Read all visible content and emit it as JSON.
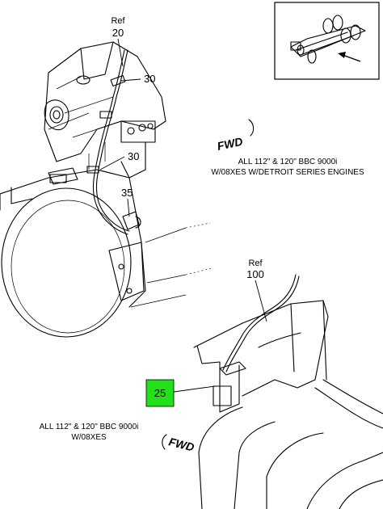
{
  "callouts": {
    "ref20": {
      "ref": "Ref",
      "num": "20"
    },
    "c30a": "30",
    "c30b": "30",
    "c35": "35",
    "ref100": {
      "ref": "Ref",
      "num": "100"
    },
    "c25": "25"
  },
  "fwd_top": "FWD",
  "fwd_bottom": "FWD",
  "notes": {
    "top": [
      "ALL 112\" & 120\" BBC 9000i",
      "W/08XES W/DETROIT SERIES ENGINES"
    ],
    "bottom": [
      "ALL 112\" & 120\" BBC 9000i",
      "W/08XES"
    ]
  },
  "colors": {
    "highlight": "#22e01a",
    "line": "#000000"
  }
}
